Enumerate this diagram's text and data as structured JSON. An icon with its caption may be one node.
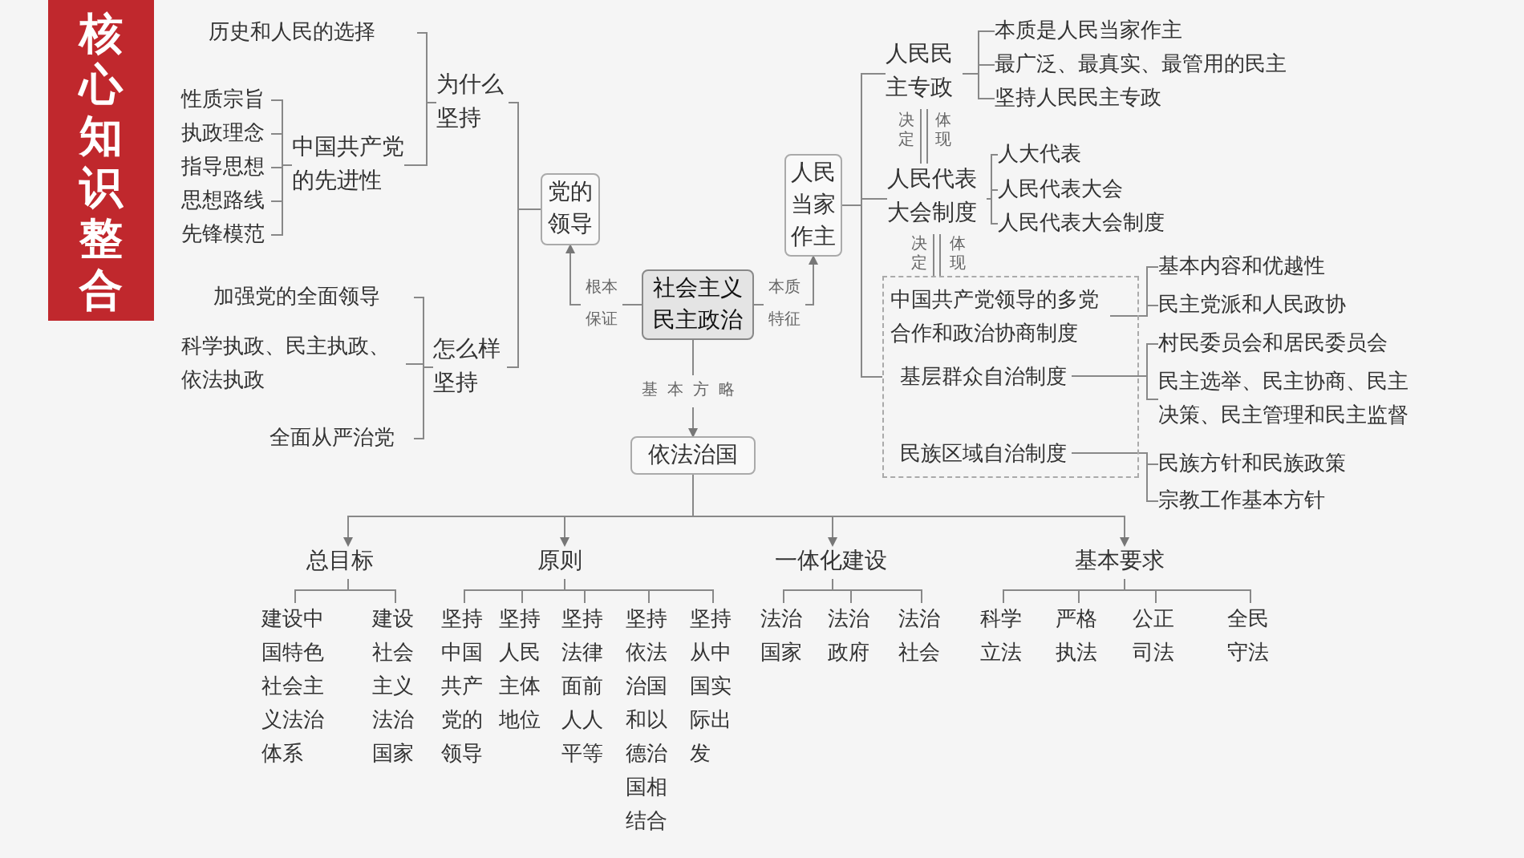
{
  "diagram": {
    "title": "核心知识整合",
    "nodes": [
      {
        "text": [
          "社会主义民主政治"
        ]
      },
      {
        "text": [
          "党的领导"
        ]
      },
      {
        "text": [
          "为什么坚持"
        ]
      },
      {
        "text": [
          "历史和人民的选择"
        ]
      },
      {
        "text": [
          "中国共产党的先进性"
        ]
      },
      {
        "text": [
          "性质宗旨"
        ]
      },
      {
        "text": [
          "执政理念"
        ]
      },
      {
        "text": [
          "指导思想"
        ]
      },
      {
        "text": [
          "思想路线"
        ]
      },
      {
        "text": [
          "先锋模范"
        ]
      },
      {
        "text": [
          "怎么样坚持"
        ]
      },
      {
        "text": [
          "加强党的全面领导"
        ]
      },
      {
        "text": [
          "科学执政、民主执政、依法执政"
        ]
      },
      {
        "text": [
          "全面从严治党"
        ]
      },
      {
        "text": [
          "人民当家作主"
        ]
      },
      {
        "text": [
          "人民民主专政"
        ]
      },
      {
        "text": [
          "本质是人民当家作主"
        ]
      },
      {
        "text": [
          "最广泛、最真实、最管用的民主"
        ]
      },
      {
        "text": [
          "坚持人民民主专政"
        ]
      },
      {
        "text": [
          "人民代表大会制度"
        ]
      },
      {
        "text": [
          "人大代表"
        ]
      },
      {
        "text": [
          "人民代表大会"
        ]
      },
      {
        "text": [
          "人民代表大会制度"
        ]
      },
      {
        "text": [],
        "shape": "box"
      },
      {
        "text": [
          "中国共产党领导的多党合作和政治协商制度"
        ],
        "in": 23
      },
      {
        "text": [
          "基层群众自治制度"
        ],
        "in": 23
      },
      {
        "text": [
          "民族区域自治制度"
        ],
        "in": 23
      },
      {
        "text": [
          "基本内容和优越性"
        ]
      },
      {
        "text": [
          "民主党派和人民政协"
        ]
      },
      {
        "text": [
          "村民委员会和居民委员会"
        ]
      },
      {
        "text": [
          "民主选举、民主协商、民主决策、民主管理和民主监督"
        ]
      },
      {
        "text": [
          "民族方针和民族政策"
        ]
      },
      {
        "text": [
          "宗教工作基本方针"
        ]
      },
      {
        "text": [
          "依法治国"
        ]
      },
      {
        "text": [
          "总目标"
        ]
      },
      {
        "text": [
          "原则"
        ]
      },
      {
        "text": [
          "一体化建设"
        ]
      },
      {
        "text": [
          "基本要求"
        ]
      },
      {
        "text": [
          "建设中国特色社会主义法治体系"
        ]
      },
      {
        "text": [
          "建设社会主义法治国家"
        ]
      },
      {
        "text": [
          "坚持中国共产党的领导"
        ]
      },
      {
        "text": [
          "坚持人民主体地位"
        ]
      },
      {
        "text": [
          "坚持法律面前人人平等"
        ]
      },
      {
        "text": [
          "坚持依法治国和以德治国相结合"
        ]
      },
      {
        "text": [
          "坚持从中国实际出发"
        ]
      },
      {
        "text": [
          "法治国家"
        ]
      },
      {
        "text": [
          "法治政府"
        ]
      },
      {
        "text": [
          "法治社会"
        ]
      },
      {
        "text": [
          "科学立法"
        ]
      },
      {
        "text": [
          "严格执法"
        ]
      },
      {
        "text": [
          "公正司法"
        ]
      },
      {
        "text": [
          "全民守法"
        ]
      }
    ],
    "edges": [
      {
        "from": 0,
        "to": 1,
        "arrow": "to",
        "label": "根本保证"
      },
      {
        "from": 0,
        "to": 14,
        "arrow": "to",
        "label": "本质特征"
      },
      {
        "from": 0,
        "to": 33,
        "arrow": "to",
        "label": "基本方略"
      },
      {
        "from": 1,
        "to": 2,
        "arrow": "none"
      },
      {
        "from": 1,
        "to": 10,
        "arrow": "none"
      },
      {
        "from": 2,
        "to": 3,
        "arrow": "none"
      },
      {
        "from": 2,
        "to": 4,
        "arrow": "none"
      },
      {
        "from": 4,
        "to": 5,
        "arrow": "none"
      },
      {
        "from": 4,
        "to": 6,
        "arrow": "none"
      },
      {
        "from": 4,
        "to": 7,
        "arrow": "none"
      },
      {
        "from": 4,
        "to": 8,
        "arrow": "none"
      },
      {
        "from": 4,
        "to": 9,
        "arrow": "none"
      },
      {
        "from": 10,
        "to": 11,
        "arrow": "none"
      },
      {
        "from": 10,
        "to": 12,
        "arrow": "none"
      },
      {
        "from": 10,
        "to": 13,
        "arrow": "none"
      },
      {
        "from": 14,
        "to": 15,
        "arrow": "none"
      },
      {
        "from": 14,
        "to": 19,
        "arrow": "none"
      },
      {
        "from": 14,
        "to": 23,
        "arrow": "none"
      },
      {
        "from": 15,
        "to": 16,
        "arrow": "none"
      },
      {
        "from": 15,
        "to": 17,
        "arrow": "none"
      },
      {
        "from": 15,
        "to": 18,
        "arrow": "none"
      },
      {
        "from": 15,
        "to": 19,
        "arrow": "none",
        "label": "决定"
      },
      {
        "from": 19,
        "to": 15,
        "arrow": "none",
        "label": "体现"
      },
      {
        "from": 19,
        "to": 20,
        "arrow": "none"
      },
      {
        "from": 19,
        "to": 21,
        "arrow": "none"
      },
      {
        "from": 19,
        "to": 22,
        "arrow": "none"
      },
      {
        "from": 19,
        "to": 23,
        "arrow": "none",
        "label": "决定"
      },
      {
        "from": 23,
        "to": 19,
        "arrow": "none",
        "label": "体现"
      },
      {
        "from": 24,
        "to": 27,
        "arrow": "none"
      },
      {
        "from": 24,
        "to": 28,
        "arrow": "none"
      },
      {
        "from": 25,
        "to": 29,
        "arrow": "none"
      },
      {
        "from": 25,
        "to": 30,
        "arrow": "none"
      },
      {
        "from": 26,
        "to": 31,
        "arrow": "none"
      },
      {
        "from": 26,
        "to": 32,
        "arrow": "none"
      },
      {
        "from": 33,
        "to": 34,
        "arrow": "to"
      },
      {
        "from": 33,
        "to": 35,
        "arrow": "to"
      },
      {
        "from": 33,
        "to": 36,
        "arrow": "to"
      },
      {
        "from": 33,
        "to": 37,
        "arrow": "to"
      },
      {
        "from": 34,
        "to": 38,
        "arrow": "none"
      },
      {
        "from": 34,
        "to": 39,
        "arrow": "none"
      },
      {
        "from": 35,
        "to": 40,
        "arrow": "none"
      },
      {
        "from": 35,
        "to": 41,
        "arrow": "none"
      },
      {
        "from": 35,
        "to": 42,
        "arrow": "none"
      },
      {
        "from": 35,
        "to": 43,
        "arrow": "none"
      },
      {
        "from": 35,
        "to": 44,
        "arrow": "none"
      },
      {
        "from": 36,
        "to": 45,
        "arrow": "none"
      },
      {
        "from": 36,
        "to": 46,
        "arrow": "none"
      },
      {
        "from": 36,
        "to": 47,
        "arrow": "none"
      },
      {
        "from": 37,
        "to": 48,
        "arrow": "none"
      },
      {
        "from": 37,
        "to": 49,
        "arrow": "none"
      },
      {
        "from": 37,
        "to": 50,
        "arrow": "none"
      },
      {
        "from": 37,
        "to": 51,
        "arrow": "none"
      }
    ]
  }
}
